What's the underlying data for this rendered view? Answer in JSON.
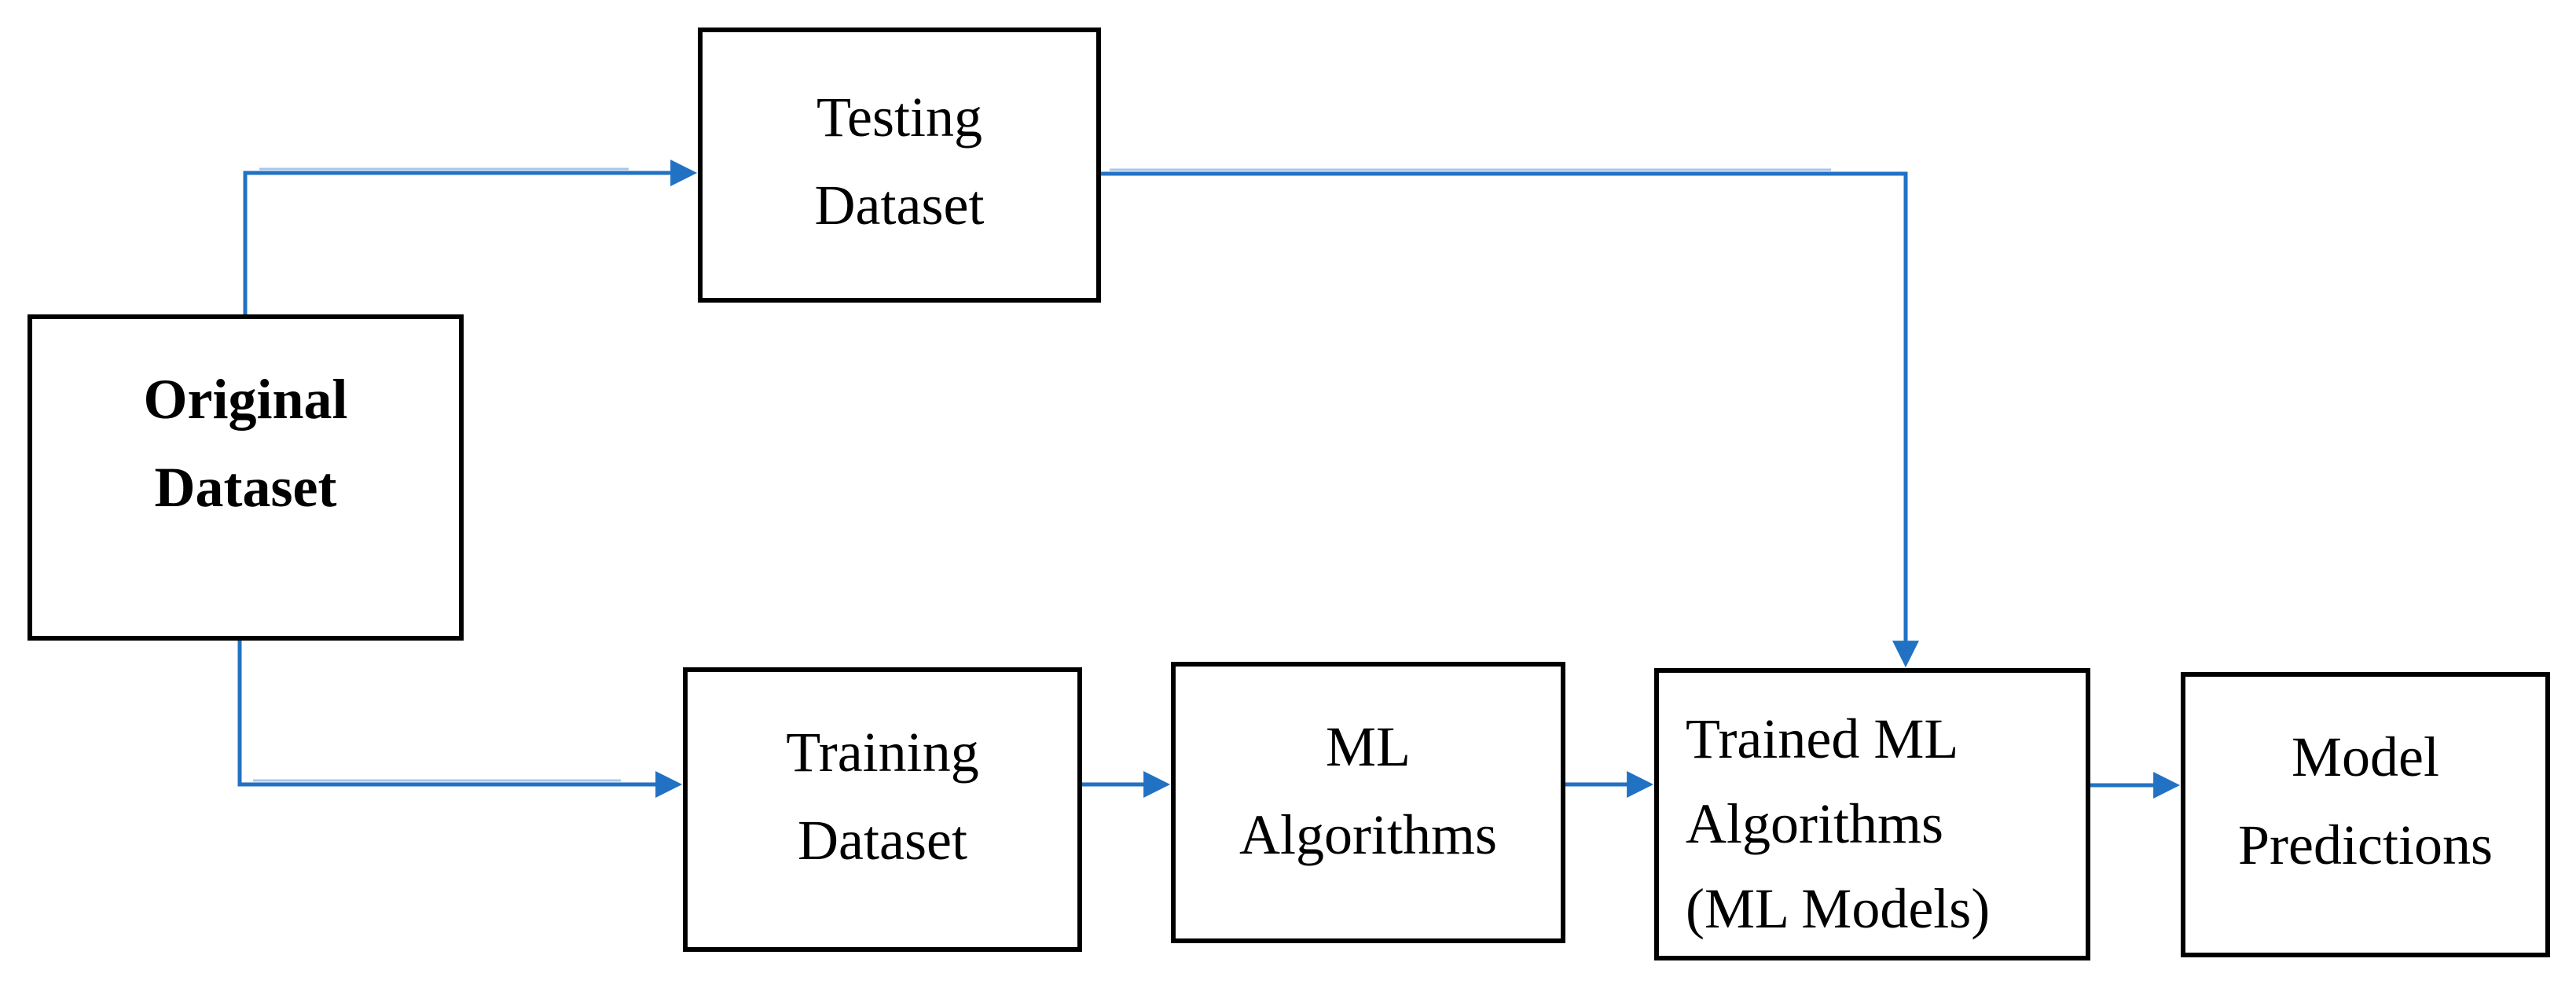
{
  "diagram": {
    "type": "flowchart",
    "description": "Machine learning train/test workflow diagram",
    "colors": {
      "accent": "#2272c3",
      "accent_light": "#a9c6e9",
      "border": "#000000",
      "background": "#ffffff"
    },
    "nodes": {
      "original_dataset": {
        "label": "Original Dataset",
        "lines": [
          "Original",
          "Dataset"
        ],
        "emphasis": "bold"
      },
      "testing_dataset": {
        "label": "Testing Dataset",
        "lines": [
          "Testing",
          "Dataset"
        ]
      },
      "training_dataset": {
        "label": "Training Dataset",
        "lines": [
          "Training",
          "Dataset"
        ]
      },
      "ml_algorithms": {
        "label": "ML Algorithms",
        "lines": [
          "ML",
          "Algorithms"
        ]
      },
      "trained_ml_algorithms": {
        "label": "Trained ML Algorithms (ML Models)",
        "lines": [
          "Trained ML",
          "Algorithms",
          "(ML Models)"
        ]
      },
      "model_predictions": {
        "label": "Model Predictions",
        "lines": [
          "Model",
          "Predictions"
        ]
      }
    },
    "edges": [
      {
        "from": "original_dataset",
        "to": "testing_dataset"
      },
      {
        "from": "original_dataset",
        "to": "training_dataset"
      },
      {
        "from": "testing_dataset",
        "to": "trained_ml_algorithms"
      },
      {
        "from": "training_dataset",
        "to": "ml_algorithms"
      },
      {
        "from": "ml_algorithms",
        "to": "trained_ml_algorithms"
      },
      {
        "from": "trained_ml_algorithms",
        "to": "model_predictions"
      }
    ]
  }
}
